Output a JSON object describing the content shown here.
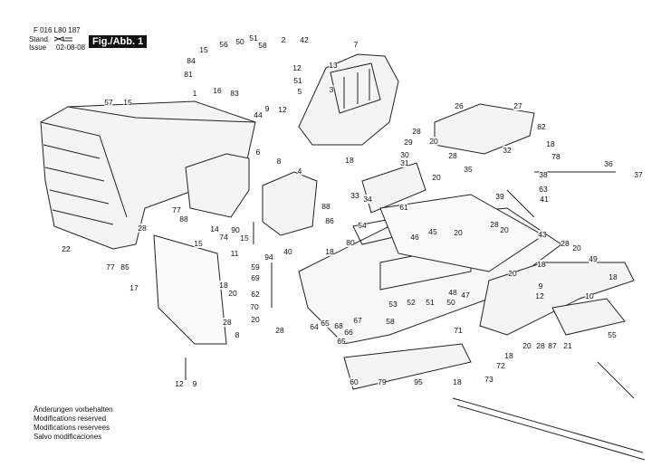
{
  "header": {
    "code": "F 016 L80 187",
    "stand_label": "Stand",
    "issue_label": "Issue",
    "issue_date": "02-08-08",
    "fig_label": "Fig./Abb. 1"
  },
  "footer_notes": [
    "Änderungen vorbehalten",
    "Modifications reserved",
    "Modifications reservees",
    "Salvo modificaciones"
  ],
  "callouts": [
    "1",
    "2",
    "42",
    "7",
    "13",
    "56",
    "50",
    "51",
    "58",
    "15",
    "84",
    "81",
    "16",
    "83",
    "12",
    "51",
    "5",
    "9",
    "12",
    "44",
    "3",
    "57",
    "15",
    "6",
    "8",
    "4",
    "88",
    "86",
    "26",
    "27",
    "82",
    "18",
    "28",
    "29",
    "20",
    "32",
    "28",
    "30",
    "31",
    "18",
    "78",
    "36",
    "37",
    "35",
    "20",
    "38",
    "33",
    "34",
    "63",
    "39",
    "41",
    "61",
    "28",
    "20",
    "54",
    "46",
    "45",
    "20",
    "43",
    "28",
    "20",
    "80",
    "18",
    "40",
    "69",
    "59",
    "94",
    "49",
    "18",
    "18",
    "20",
    "9",
    "12",
    "53",
    "52",
    "51",
    "50",
    "48",
    "47",
    "62",
    "70",
    "20",
    "28",
    "64",
    "65",
    "68",
    "67",
    "66",
    "65",
    "58",
    "10",
    "87",
    "21",
    "55",
    "71",
    "20",
    "28",
    "18",
    "72",
    "73",
    "60",
    "79",
    "95",
    "18",
    "14",
    "90",
    "74",
    "15",
    "11",
    "77",
    "88",
    "28",
    "22",
    "77",
    "85",
    "15",
    "17",
    "18",
    "20",
    "8",
    "28",
    "12",
    "9"
  ]
}
